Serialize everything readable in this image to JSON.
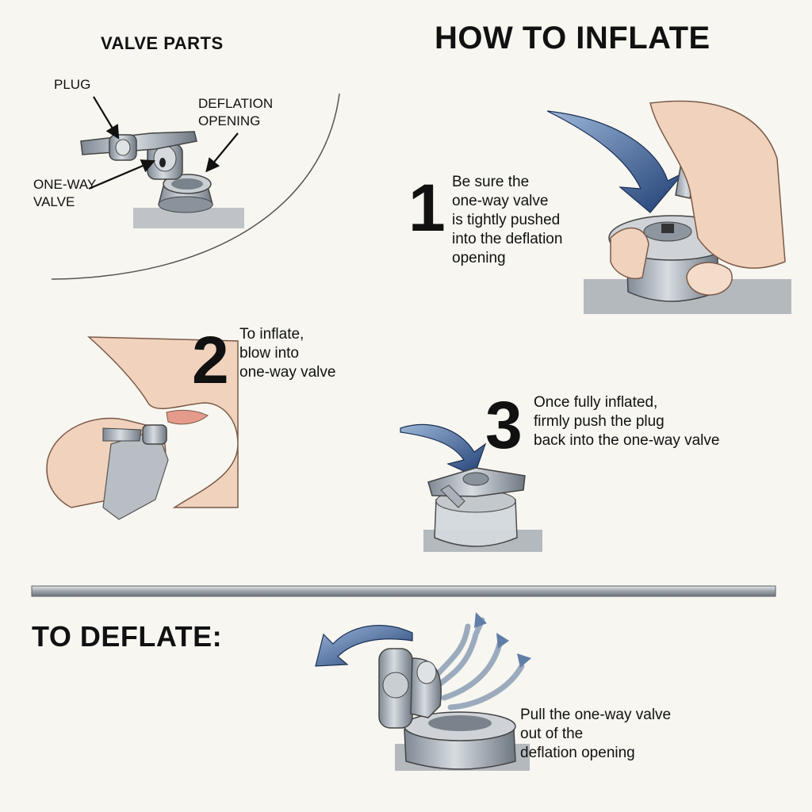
{
  "valve_parts": {
    "title": "VALVE PARTS",
    "labels": {
      "plug": "PLUG",
      "deflation_opening": "DEFLATION\nOPENING",
      "one_way_valve": "ONE-WAY\nVALVE"
    }
  },
  "inflate": {
    "title": "HOW TO INFLATE",
    "steps": [
      {
        "number": "1",
        "text": "Be sure the\none-way valve\nis tightly pushed\ninto the deflation\nopening"
      },
      {
        "number": "2",
        "text": "To inflate,\nblow into\none-way valve"
      },
      {
        "number": "3",
        "text": "Once fully inflated,\nfirmly push the plug\nback into the one-way valve"
      }
    ]
  },
  "deflate": {
    "title": "TO DEFLATE:",
    "text": "Pull the one-way valve\nout of the\ndeflation opening"
  },
  "colors": {
    "background": "#f7f6f0",
    "arrow_blue": "#2c4f86",
    "valve_gray": "#9aa3ad",
    "skin": "#f1d2bd"
  },
  "icons": [
    "valve-icon",
    "hand-icon",
    "face-icon",
    "curved-arrow-icon",
    "air-flow-icon"
  ]
}
